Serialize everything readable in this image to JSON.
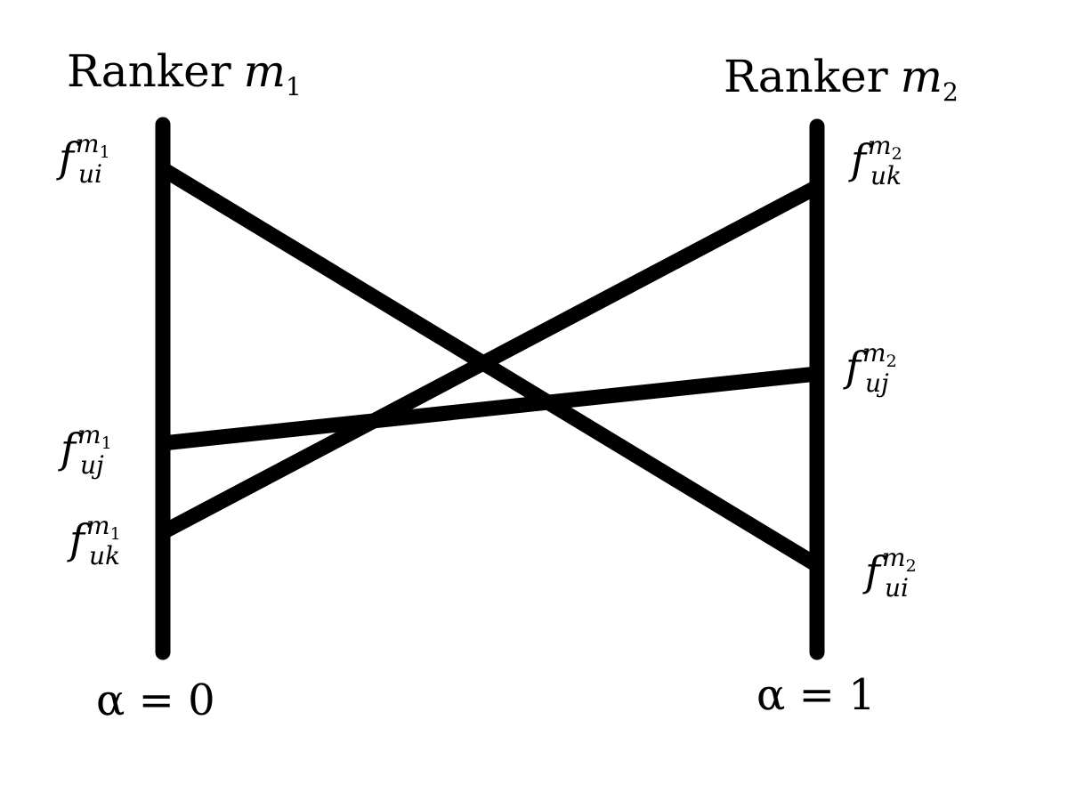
{
  "diagram": {
    "left_axis": {
      "title_word": "Ranker",
      "title_var": "m",
      "title_sub": "1",
      "alpha_label": "α = 0"
    },
    "right_axis": {
      "title_word": "Ranker",
      "title_var": "m",
      "title_sub": "2",
      "alpha_label": "α = 1"
    },
    "left_labels": [
      {
        "base": "f",
        "sup": "m",
        "supsub": "1",
        "sub": "ui"
      },
      {
        "base": "f",
        "sup": "m",
        "supsub": "1",
        "sub": "uj"
      },
      {
        "base": "f",
        "sup": "m",
        "supsub": "1",
        "sub": "uk"
      }
    ],
    "right_labels": [
      {
        "base": "f",
        "sup": "m",
        "supsub": "2",
        "sub": "uk"
      },
      {
        "base": "f",
        "sup": "m",
        "supsub": "2",
        "sub": "uj"
      },
      {
        "base": "f",
        "sup": "m",
        "supsub": "2",
        "sub": "ui"
      }
    ],
    "stroke_color": "#000000"
  }
}
